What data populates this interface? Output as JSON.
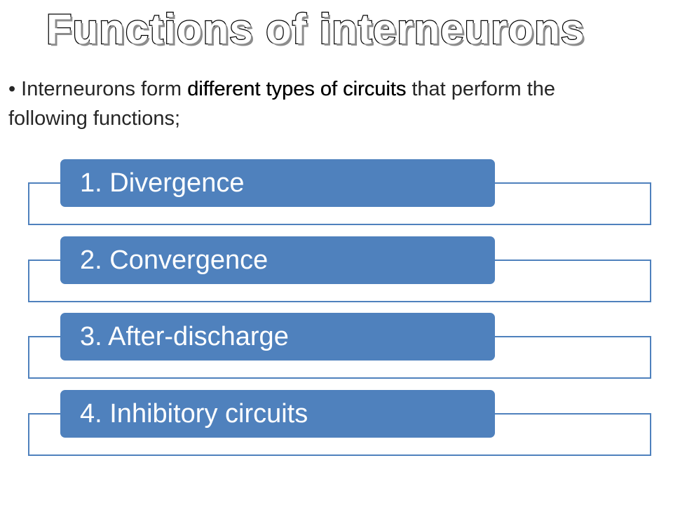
{
  "slide": {
    "title": "Functions of interneurons",
    "intro": {
      "bullet": "•",
      "text_1": "Interneurons form ",
      "emphasis_1": "different types of",
      "text_2": " ",
      "emphasis_2": "circuits",
      "text_3": " that perform the following functions;"
    },
    "items": [
      {
        "label": "1. Divergence"
      },
      {
        "label": "2. Convergence"
      },
      {
        "label": "3. After-discharge"
      },
      {
        "label": "4. Inhibitory circuits"
      }
    ],
    "colors": {
      "accent": "#4f81bd",
      "label_text": "#ffffff",
      "body_text": "#262626"
    }
  }
}
